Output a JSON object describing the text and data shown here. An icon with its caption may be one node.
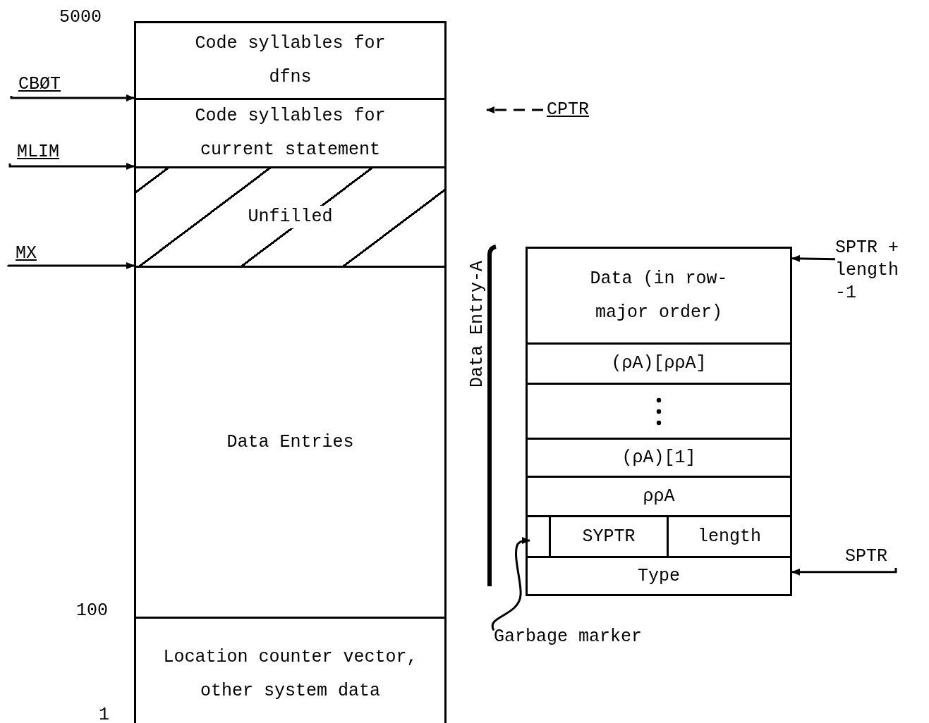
{
  "diagram": {
    "nodes": [
      {
        "text": [
          "Code syllables for dfns"
        ]
      },
      {
        "text": [
          "Code syllables for current statement"
        ]
      },
      {
        "text": [
          "Unfilled"
        ]
      },
      {
        "text": [
          "Data Entries"
        ]
      },
      {
        "text": [
          "Location counter vector, other system data"
        ]
      },
      {
        "text": [
          "CBØT"
        ]
      },
      {
        "text": [
          "MLIM"
        ]
      },
      {
        "text": [
          "MX"
        ]
      },
      {
        "text": [
          "CPTR"
        ]
      },
      {
        "text": [
          "Data (in row-major order)"
        ]
      },
      {
        "text": [
          "(ρA)[ρρA]"
        ]
      },
      {
        "text": [],
        "shape": "box"
      },
      {
        "text": [
          "(ρA)[1]"
        ]
      },
      {
        "text": [
          "ρρA"
        ]
      },
      {
        "text": [],
        "shape": "box"
      },
      {
        "text": [
          "SYPTR"
        ]
      },
      {
        "text": [
          "length"
        ]
      },
      {
        "text": [
          "Type"
        ]
      },
      {
        "text": [
          "SPTR + length -1"
        ]
      },
      {
        "text": [
          "SPTR"
        ]
      },
      {
        "text": [
          "Garbage marker"
        ]
      }
    ],
    "edges": [
      {
        "from": 5,
        "to": 1,
        "arrow": "to"
      },
      {
        "from": 6,
        "to": 2,
        "arrow": "to"
      },
      {
        "from": 7,
        "to": 3,
        "arrow": "to"
      },
      {
        "from": 8,
        "to": null,
        "arrow": "to",
        "style": "dashed"
      },
      {
        "from": 18,
        "to": 9,
        "arrow": "to"
      },
      {
        "from": 19,
        "to": 17,
        "arrow": "to"
      },
      {
        "from": 20,
        "to": 14,
        "arrow": "to"
      }
    ],
    "labels": [
      "5000",
      "100",
      "1",
      "Data Entry-A"
    ]
  }
}
